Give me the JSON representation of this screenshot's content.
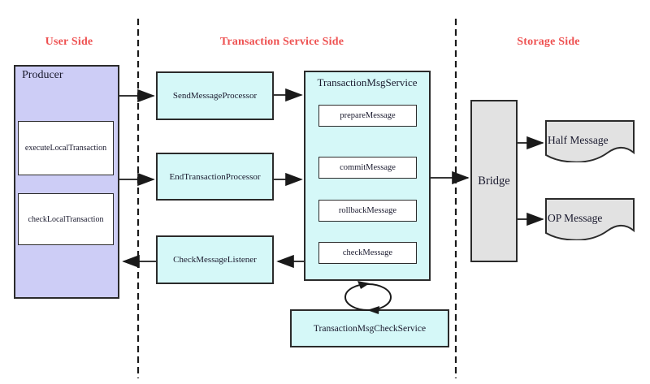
{
  "diagram": {
    "sections": [
      {
        "label": "User Side"
      },
      {
        "label": "Transaction Service Side"
      },
      {
        "label": "Storage Side"
      }
    ],
    "producer": {
      "title": "Producer",
      "methods": [
        "executeLocalTransaction",
        "checkLocalTransaction"
      ]
    },
    "processors": {
      "send": "SendMessageProcessor",
      "end": "EndTransactionProcessor",
      "listener": "CheckMessageListener"
    },
    "msg_service": {
      "title": "TransactionMsgService",
      "methods": [
        "prepareMessage",
        "commitMessage",
        "rollbackMessage",
        "checkMessage"
      ]
    },
    "check_service": {
      "title": "TransactionMsgCheckService"
    },
    "storage": {
      "bridge": "Bridge",
      "documents": [
        "Half Message",
        "OP Message"
      ]
    },
    "colors": {
      "section_header": "#ee5151",
      "producer_fill": "#cdcdf6",
      "service_fill": "#d5f8f8",
      "storage_fill": "#e2e2e2",
      "line": "#1a1a1a"
    }
  }
}
